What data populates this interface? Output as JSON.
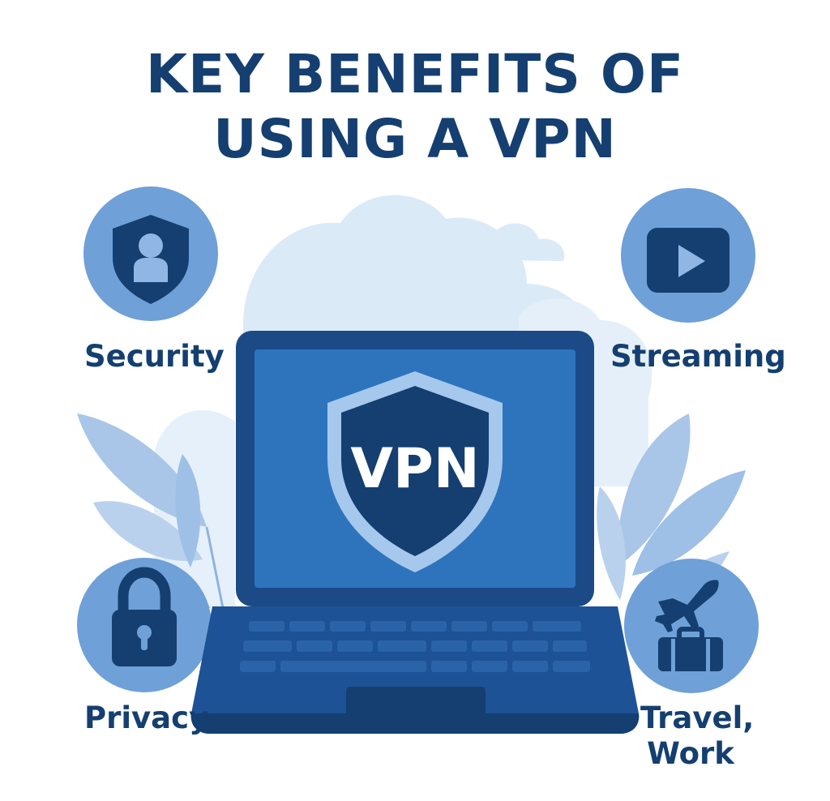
{
  "title": {
    "line1": "KEY BENEFITS OF",
    "line2": "USING A VPN"
  },
  "center": {
    "shield_text": "VPN",
    "icons": [
      "laptop-icon",
      "shield-icon"
    ]
  },
  "benefits": [
    {
      "label": "Security",
      "icon": "shield-user-icon"
    },
    {
      "label": "Streaming",
      "icon": "play-icon"
    },
    {
      "label": "Privacy",
      "icon": "padlock-icon"
    },
    {
      "label_line1": "Travel,",
      "label_line2": "Work",
      "icon": "airplane-suitcase-icon"
    }
  ],
  "colors": {
    "navy": "#143f70",
    "screen_blue": "#2e74bd",
    "laptop_body": "#1d5296",
    "icon_circle": "#6fa0d8",
    "cloud": "#dbeaf7",
    "leaf": "#a9c6e8"
  }
}
